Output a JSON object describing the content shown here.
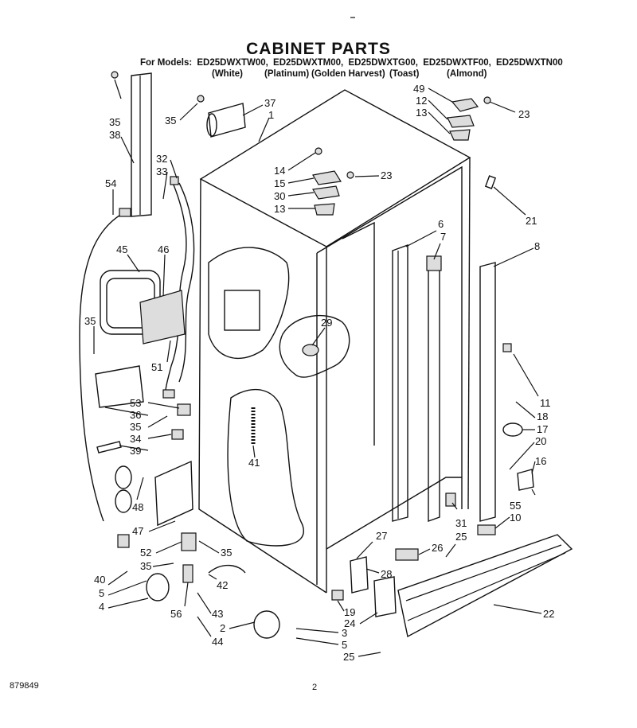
{
  "title": "CABINET PARTS",
  "models_prefix": "For Models:",
  "models": [
    "ED25DWXTW00,",
    "ED25DWXTM00,",
    "ED25DWXTG00,",
    "ED25DWXTF00,",
    "ED25DWXTN00"
  ],
  "finishes": [
    "(White)",
    "(Platinum)",
    "(Golden Harvest)",
    "(Toast)",
    "(Almond)"
  ],
  "footer_code": "879849",
  "page_number": "2",
  "callouts": [
    {
      "id": "c35a",
      "text": "35"
    },
    {
      "id": "c38",
      "text": "38"
    },
    {
      "id": "c35b",
      "text": "35"
    },
    {
      "id": "c37",
      "text": "37"
    },
    {
      "id": "c1",
      "text": "1"
    },
    {
      "id": "c49",
      "text": "49"
    },
    {
      "id": "c12",
      "text": "12"
    },
    {
      "id": "c13a",
      "text": "13"
    },
    {
      "id": "c23a",
      "text": "23"
    },
    {
      "id": "c32",
      "text": "32"
    },
    {
      "id": "c33",
      "text": "33"
    },
    {
      "id": "c14",
      "text": "14"
    },
    {
      "id": "c15",
      "text": "15"
    },
    {
      "id": "c30",
      "text": "30"
    },
    {
      "id": "c13b",
      "text": "13"
    },
    {
      "id": "c23b",
      "text": "23"
    },
    {
      "id": "c54",
      "text": "54"
    },
    {
      "id": "c21",
      "text": "21"
    },
    {
      "id": "c6",
      "text": "6"
    },
    {
      "id": "c7",
      "text": "7"
    },
    {
      "id": "c8",
      "text": "8"
    },
    {
      "id": "c45",
      "text": "45"
    },
    {
      "id": "c46",
      "text": "46"
    },
    {
      "id": "c35c",
      "text": "35"
    },
    {
      "id": "c29",
      "text": "29"
    },
    {
      "id": "c51",
      "text": "51"
    },
    {
      "id": "c11",
      "text": "11"
    },
    {
      "id": "c53",
      "text": "53"
    },
    {
      "id": "c36",
      "text": "36"
    },
    {
      "id": "c18",
      "text": "18"
    },
    {
      "id": "c35d",
      "text": "35"
    },
    {
      "id": "c17",
      "text": "17"
    },
    {
      "id": "c34",
      "text": "34"
    },
    {
      "id": "c20",
      "text": "20"
    },
    {
      "id": "c39",
      "text": "39"
    },
    {
      "id": "c41",
      "text": "41"
    },
    {
      "id": "c16",
      "text": "16"
    },
    {
      "id": "c48",
      "text": "48"
    },
    {
      "id": "c55",
      "text": "55"
    },
    {
      "id": "c10",
      "text": "10"
    },
    {
      "id": "c31",
      "text": "31"
    },
    {
      "id": "c47",
      "text": "47"
    },
    {
      "id": "c27",
      "text": "27"
    },
    {
      "id": "c25a",
      "text": "25"
    },
    {
      "id": "c26",
      "text": "26"
    },
    {
      "id": "c52",
      "text": "52"
    },
    {
      "id": "c35e",
      "text": "35"
    },
    {
      "id": "c28",
      "text": "28"
    },
    {
      "id": "c35f",
      "text": "35"
    },
    {
      "id": "c40",
      "text": "40"
    },
    {
      "id": "c5a",
      "text": "5"
    },
    {
      "id": "c4",
      "text": "4"
    },
    {
      "id": "c42",
      "text": "42"
    },
    {
      "id": "c56",
      "text": "56"
    },
    {
      "id": "c43",
      "text": "43"
    },
    {
      "id": "c19",
      "text": "19"
    },
    {
      "id": "c22",
      "text": "22"
    },
    {
      "id": "c24",
      "text": "24"
    },
    {
      "id": "c2",
      "text": "2"
    },
    {
      "id": "c44",
      "text": "44"
    },
    {
      "id": "c3",
      "text": "3"
    },
    {
      "id": "c5b",
      "text": "5"
    },
    {
      "id": "c25b",
      "text": "25"
    }
  ]
}
